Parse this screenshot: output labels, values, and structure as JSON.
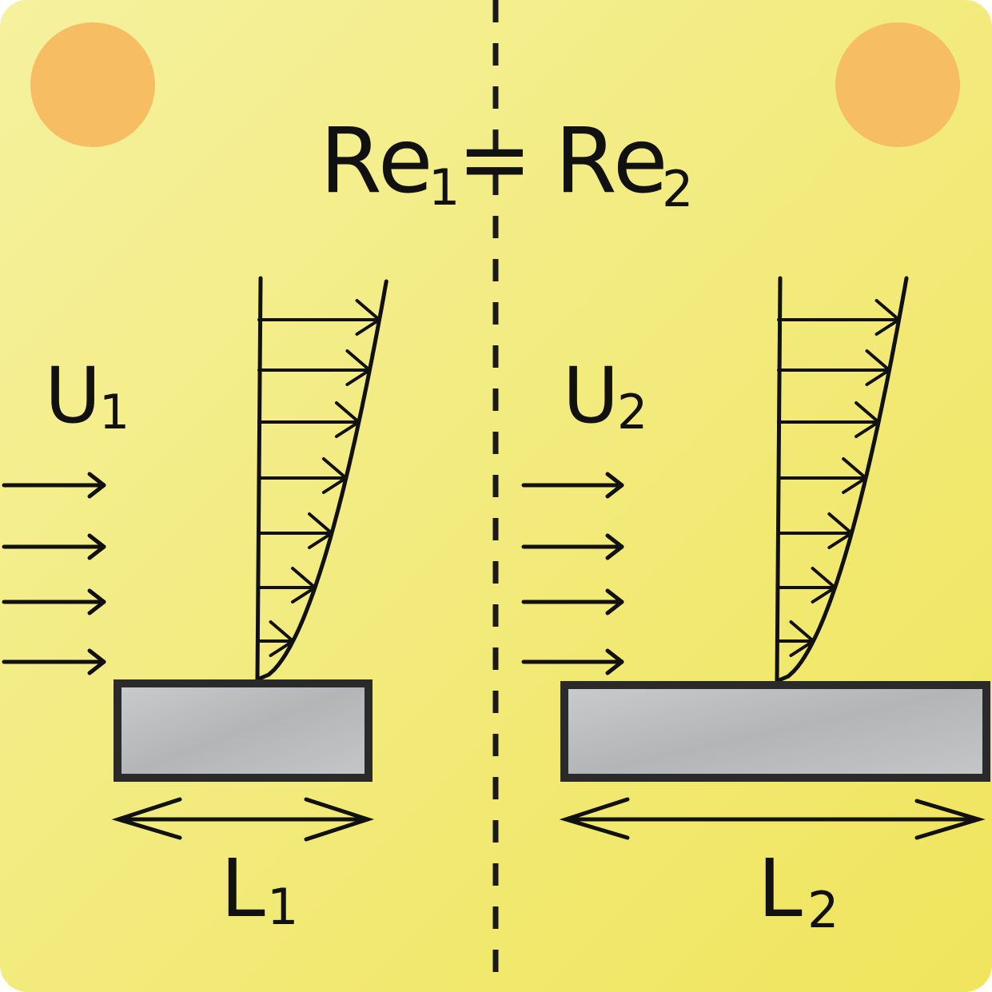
{
  "colors": {
    "background": "#f2ea7a",
    "dot": "#f6bd62",
    "ink": "#111111",
    "plate_fill": "#b9bbbc",
    "plate_border": "#2a2a2a"
  },
  "title": {
    "left": "Re",
    "left_sub": "1",
    "equals": "=",
    "right": "Re",
    "right_sub": "2"
  },
  "left_panel": {
    "velocity_label": "U",
    "velocity_sub": "1",
    "length_label": "L",
    "length_sub": "1"
  },
  "right_panel": {
    "velocity_label": "U",
    "velocity_sub": "2",
    "length_label": "L",
    "length_sub": "2"
  }
}
